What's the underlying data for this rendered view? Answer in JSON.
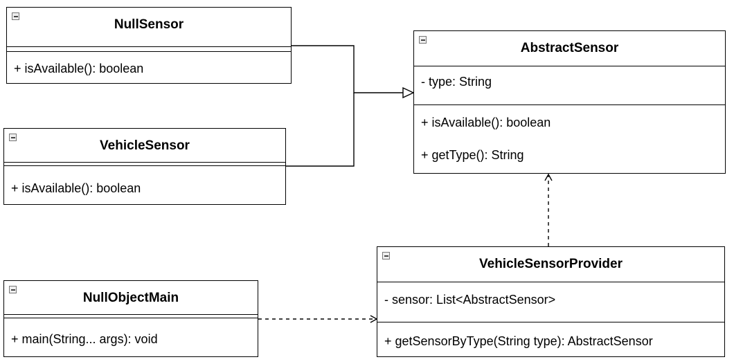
{
  "classes": {
    "null_sensor": {
      "name": "NullSensor",
      "attributes": [],
      "methods": [
        "+ isAvailable(): boolean"
      ]
    },
    "vehicle_sensor": {
      "name": "VehicleSensor",
      "attributes": [],
      "methods": [
        "+ isAvailable(): boolean"
      ]
    },
    "abstract_sensor": {
      "name": "AbstractSensor",
      "attributes": [
        "- type: String"
      ],
      "methods": [
        "+ isAvailable(): boolean",
        "+ getType(): String"
      ]
    },
    "vehicle_sensor_provider": {
      "name": "VehicleSensorProvider",
      "attributes": [
        "- sensor: List<AbstractSensor>"
      ],
      "methods": [
        "+ getSensorByType(String type): AbstractSensor"
      ]
    },
    "null_object_main": {
      "name": "NullObjectMain",
      "attributes": [],
      "methods": [
        "+ main(String... args): void"
      ]
    }
  },
  "relationships": [
    {
      "from": "NullSensor",
      "to": "AbstractSensor",
      "kind": "generalization"
    },
    {
      "from": "VehicleSensor",
      "to": "AbstractSensor",
      "kind": "generalization"
    },
    {
      "from": "VehicleSensorProvider",
      "to": "AbstractSensor",
      "kind": "dependency"
    },
    {
      "from": "NullObjectMain",
      "to": "VehicleSensorProvider",
      "kind": "dependency"
    }
  ]
}
